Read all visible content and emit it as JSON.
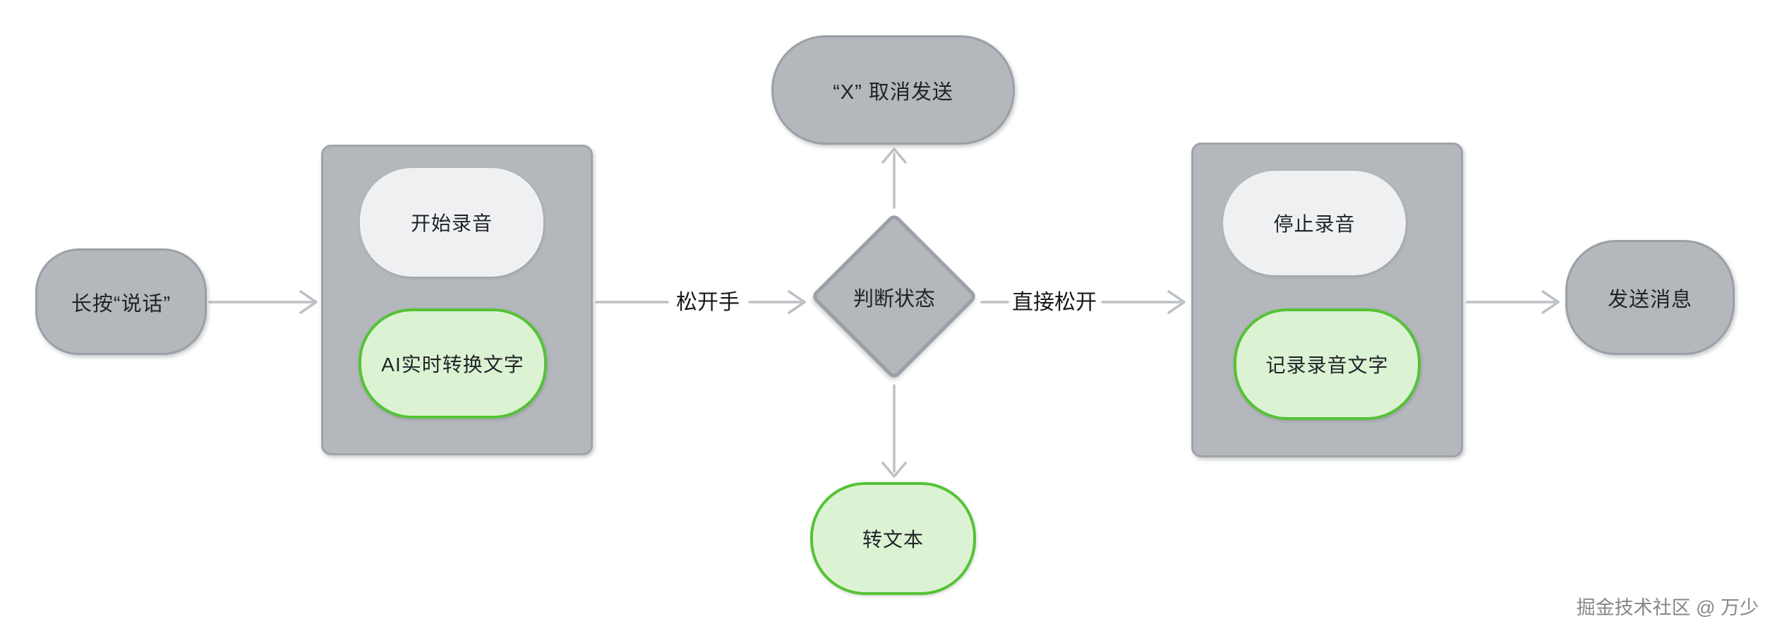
{
  "diagram": {
    "nodes": {
      "start": {
        "label": "长按“说话”"
      },
      "recording_container": {
        "start_recording": {
          "label": "开始录音"
        },
        "ai_realtime_convert": {
          "label": "AI实时转换文字"
        }
      },
      "decision": {
        "label": "判断状态"
      },
      "cancel_send": {
        "label": "“X” 取消发送"
      },
      "to_text": {
        "label": "转文本"
      },
      "stop_container": {
        "stop_recording": {
          "label": "停止录音"
        },
        "record_voice_text": {
          "label": "记录录音文字"
        }
      },
      "send_message": {
        "label": "发送消息"
      }
    },
    "edges": {
      "release_hand_label": "松开手",
      "direct_release_label": "直接松开"
    },
    "watermark": "掘金技术社区 @ 万少",
    "colors": {
      "background": "#ffffff",
      "gray_fill": "#b4b7bc",
      "gray_border": "#9aa0a6",
      "light_pill_fill": "#eff0f2",
      "green_fill": "#dcf3d3",
      "green_border": "#54c336",
      "arrow": "#bdc1c5",
      "text": "#1f2327"
    }
  }
}
